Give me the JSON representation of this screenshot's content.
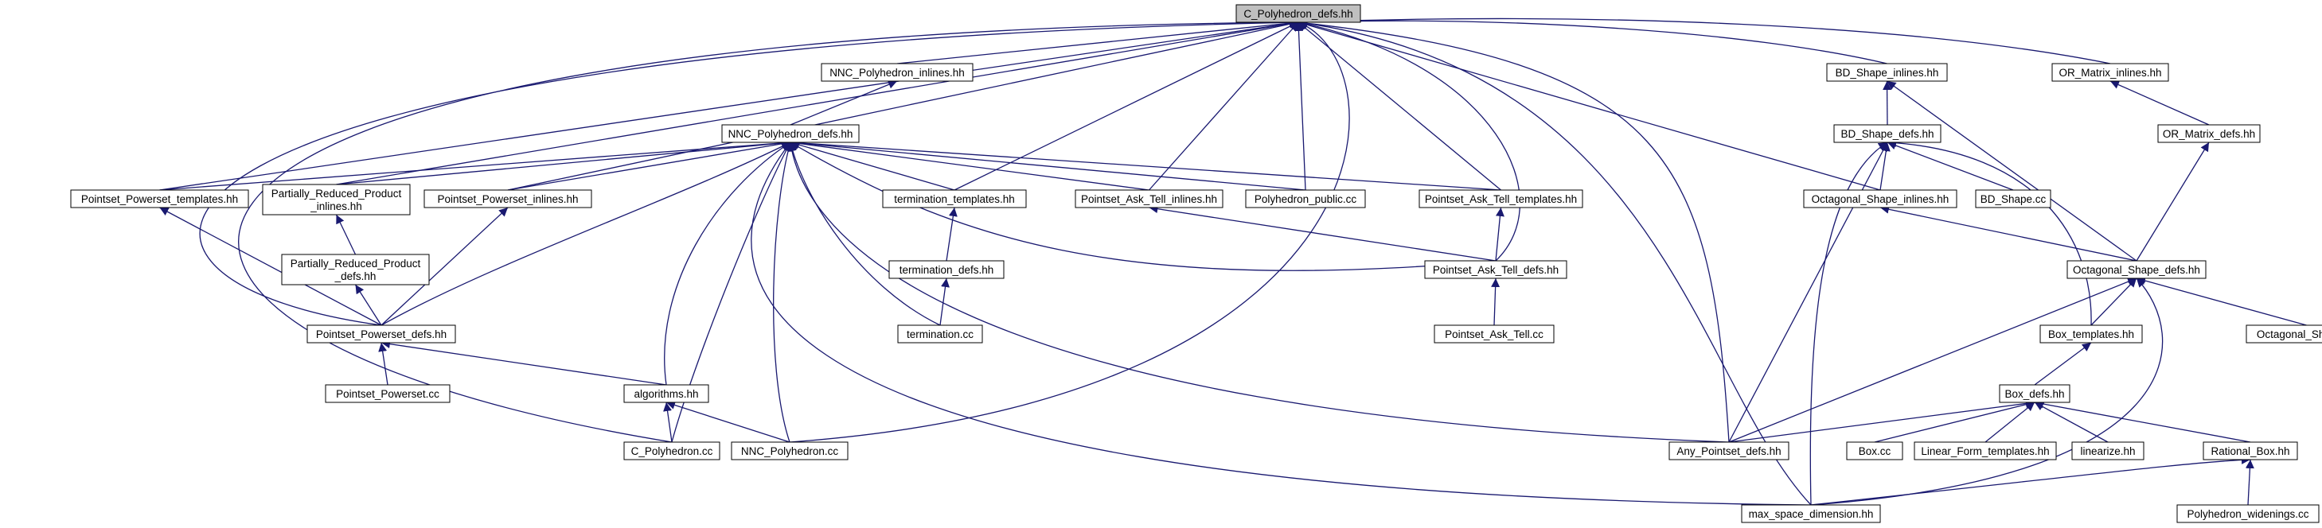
{
  "graph": {
    "edge_color": "#191970",
    "node_border_color": "#000000",
    "node_fill": "#ffffff",
    "root_fill": "#bfbfbf",
    "nodes": [
      {
        "id": "c_poly_defs",
        "label": "C_Polyhedron_defs.hh",
        "root": true
      },
      {
        "id": "nnc_poly_inlines",
        "label": "NNC_Polyhedron_inlines.hh"
      },
      {
        "id": "nnc_poly_defs",
        "label": "NNC_Polyhedron_defs.hh"
      },
      {
        "id": "pp_templates",
        "label": "Pointset_Powerset_templates.hh"
      },
      {
        "id": "prp_inlines",
        "label": [
          "Partially_Reduced_Product",
          "_inlines.hh"
        ]
      },
      {
        "id": "pp_inlines",
        "label": "Pointset_Powerset_inlines.hh"
      },
      {
        "id": "prp_defs",
        "label": [
          "Partially_Reduced_Product",
          "_defs.hh"
        ]
      },
      {
        "id": "pp_defs",
        "label": "Pointset_Powerset_defs.hh"
      },
      {
        "id": "pp_cc",
        "label": "Pointset_Powerset.cc"
      },
      {
        "id": "term_templates",
        "label": "termination_templates.hh"
      },
      {
        "id": "term_defs",
        "label": "termination_defs.hh"
      },
      {
        "id": "term_cc",
        "label": "termination.cc"
      },
      {
        "id": "pat_inlines",
        "label": "Pointset_Ask_Tell_inlines.hh"
      },
      {
        "id": "poly_public",
        "label": "Polyhedron_public.cc"
      },
      {
        "id": "pat_templates",
        "label": "Pointset_Ask_Tell_templates.hh"
      },
      {
        "id": "pat_defs",
        "label": "Pointset_Ask_Tell_defs.hh"
      },
      {
        "id": "pat_cc",
        "label": "Pointset_Ask_Tell.cc"
      },
      {
        "id": "algorithms",
        "label": "algorithms.hh"
      },
      {
        "id": "c_poly_cc",
        "label": "C_Polyhedron.cc"
      },
      {
        "id": "nnc_poly_cc",
        "label": "NNC_Polyhedron.cc"
      },
      {
        "id": "any_pointset",
        "label": "Any_Pointset_defs.hh"
      },
      {
        "id": "max_space",
        "label": "max_space_dimension.hh"
      },
      {
        "id": "bd_inlines",
        "label": "BD_Shape_inlines.hh"
      },
      {
        "id": "bd_defs",
        "label": "BD_Shape_defs.hh"
      },
      {
        "id": "oct_inlines",
        "label": "Octagonal_Shape_inlines.hh"
      },
      {
        "id": "bd_cc",
        "label": "BD_Shape.cc"
      },
      {
        "id": "or_inlines",
        "label": "OR_Matrix_inlines.hh"
      },
      {
        "id": "or_defs",
        "label": "OR_Matrix_defs.hh"
      },
      {
        "id": "oct_defs",
        "label": "Octagonal_Shape_defs.hh"
      },
      {
        "id": "box_templates",
        "label": "Box_templates.hh"
      },
      {
        "id": "oct_cc",
        "label": "Octagonal_Shape.cc"
      },
      {
        "id": "box_defs",
        "label": "Box_defs.hh"
      },
      {
        "id": "box_cc",
        "label": "Box.cc"
      },
      {
        "id": "lf_templates",
        "label": "Linear_Form_templates.hh"
      },
      {
        "id": "linearize",
        "label": "linearize.hh"
      },
      {
        "id": "rational_box",
        "label": "Rational_Box.hh"
      },
      {
        "id": "poly_widenings",
        "label": "Polyhedron_widenings.cc"
      }
    ],
    "edges": [
      [
        "nnc_poly_inlines",
        "c_poly_defs"
      ],
      [
        "pp_templates",
        "c_poly_defs"
      ],
      [
        "prp_inlines",
        "c_poly_defs"
      ],
      [
        "pp_inlines",
        "c_poly_defs"
      ],
      [
        "pp_defs",
        "c_poly_defs"
      ],
      [
        "c_poly_cc",
        "c_poly_defs"
      ],
      [
        "term_templates",
        "c_poly_defs"
      ],
      [
        "pat_inlines",
        "c_poly_defs"
      ],
      [
        "poly_public",
        "c_poly_defs"
      ],
      [
        "pat_templates",
        "c_poly_defs"
      ],
      [
        "pat_defs",
        "c_poly_defs"
      ],
      [
        "nnc_poly_cc",
        "c_poly_defs"
      ],
      [
        "any_pointset",
        "c_poly_defs"
      ],
      [
        "max_space",
        "c_poly_defs"
      ],
      [
        "bd_inlines",
        "c_poly_defs"
      ],
      [
        "oct_inlines",
        "c_poly_defs"
      ],
      [
        "or_inlines",
        "c_poly_defs"
      ],
      [
        "nnc_poly_defs",
        "nnc_poly_inlines"
      ],
      [
        "pp_templates",
        "nnc_poly_defs"
      ],
      [
        "prp_inlines",
        "nnc_poly_defs"
      ],
      [
        "pp_inlines",
        "nnc_poly_defs"
      ],
      [
        "pp_defs",
        "nnc_poly_defs"
      ],
      [
        "term_templates",
        "nnc_poly_defs"
      ],
      [
        "pat_inlines",
        "nnc_poly_defs"
      ],
      [
        "poly_public",
        "nnc_poly_defs"
      ],
      [
        "pat_templates",
        "nnc_poly_defs"
      ],
      [
        "pat_defs",
        "nnc_poly_defs"
      ],
      [
        "algorithms",
        "nnc_poly_defs"
      ],
      [
        "c_poly_cc",
        "nnc_poly_defs"
      ],
      [
        "nnc_poly_cc",
        "nnc_poly_defs"
      ],
      [
        "any_pointset",
        "nnc_poly_defs"
      ],
      [
        "max_space",
        "nnc_poly_defs"
      ],
      [
        "term_cc",
        "nnc_poly_defs"
      ],
      [
        "prp_defs",
        "prp_inlines"
      ],
      [
        "pp_defs",
        "prp_defs"
      ],
      [
        "pp_defs",
        "pp_templates"
      ],
      [
        "pp_defs",
        "pp_inlines"
      ],
      [
        "pp_cc",
        "pp_defs"
      ],
      [
        "algorithms",
        "pp_defs"
      ],
      [
        "term_defs",
        "term_templates"
      ],
      [
        "term_cc",
        "term_defs"
      ],
      [
        "pat_defs",
        "pat_inlines"
      ],
      [
        "pat_defs",
        "pat_templates"
      ],
      [
        "pat_cc",
        "pat_defs"
      ],
      [
        "c_poly_cc",
        "algorithms"
      ],
      [
        "nnc_poly_cc",
        "algorithms"
      ],
      [
        "bd_defs",
        "bd_inlines"
      ],
      [
        "oct_defs",
        "bd_inlines"
      ],
      [
        "oct_inlines",
        "bd_defs"
      ],
      [
        "bd_cc",
        "bd_defs"
      ],
      [
        "any_pointset",
        "bd_defs"
      ],
      [
        "max_space",
        "bd_defs"
      ],
      [
        "box_templates",
        "bd_defs"
      ],
      [
        "oct_defs",
        "oct_inlines"
      ],
      [
        "or_defs",
        "or_inlines"
      ],
      [
        "oct_defs",
        "or_defs"
      ],
      [
        "box_templates",
        "oct_defs"
      ],
      [
        "oct_cc",
        "oct_defs"
      ],
      [
        "any_pointset",
        "oct_defs"
      ],
      [
        "max_space",
        "oct_defs"
      ],
      [
        "box_defs",
        "box_templates"
      ],
      [
        "any_pointset",
        "box_defs"
      ],
      [
        "box_cc",
        "box_defs"
      ],
      [
        "lf_templates",
        "box_defs"
      ],
      [
        "linearize",
        "box_defs"
      ],
      [
        "rational_box",
        "box_defs"
      ],
      [
        "max_space",
        "rational_box"
      ],
      [
        "poly_widenings",
        "rational_box"
      ]
    ]
  }
}
